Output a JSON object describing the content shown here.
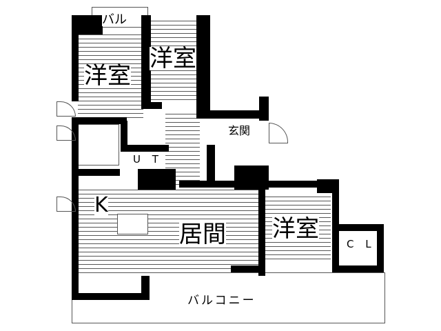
{
  "floorplan": {
    "rooms": {
      "western_room_1": "洋室",
      "western_room_2": "洋室",
      "western_room_3": "洋室",
      "balcony_small": "バル",
      "entrance": "玄関",
      "utility": "U T",
      "kitchen": "K",
      "living_room": "居間",
      "closet": "C L",
      "balcony": "バルコニー"
    },
    "colors": {
      "wall": "#000000",
      "floor_lines": "#555555",
      "background": "#ffffff"
    }
  }
}
